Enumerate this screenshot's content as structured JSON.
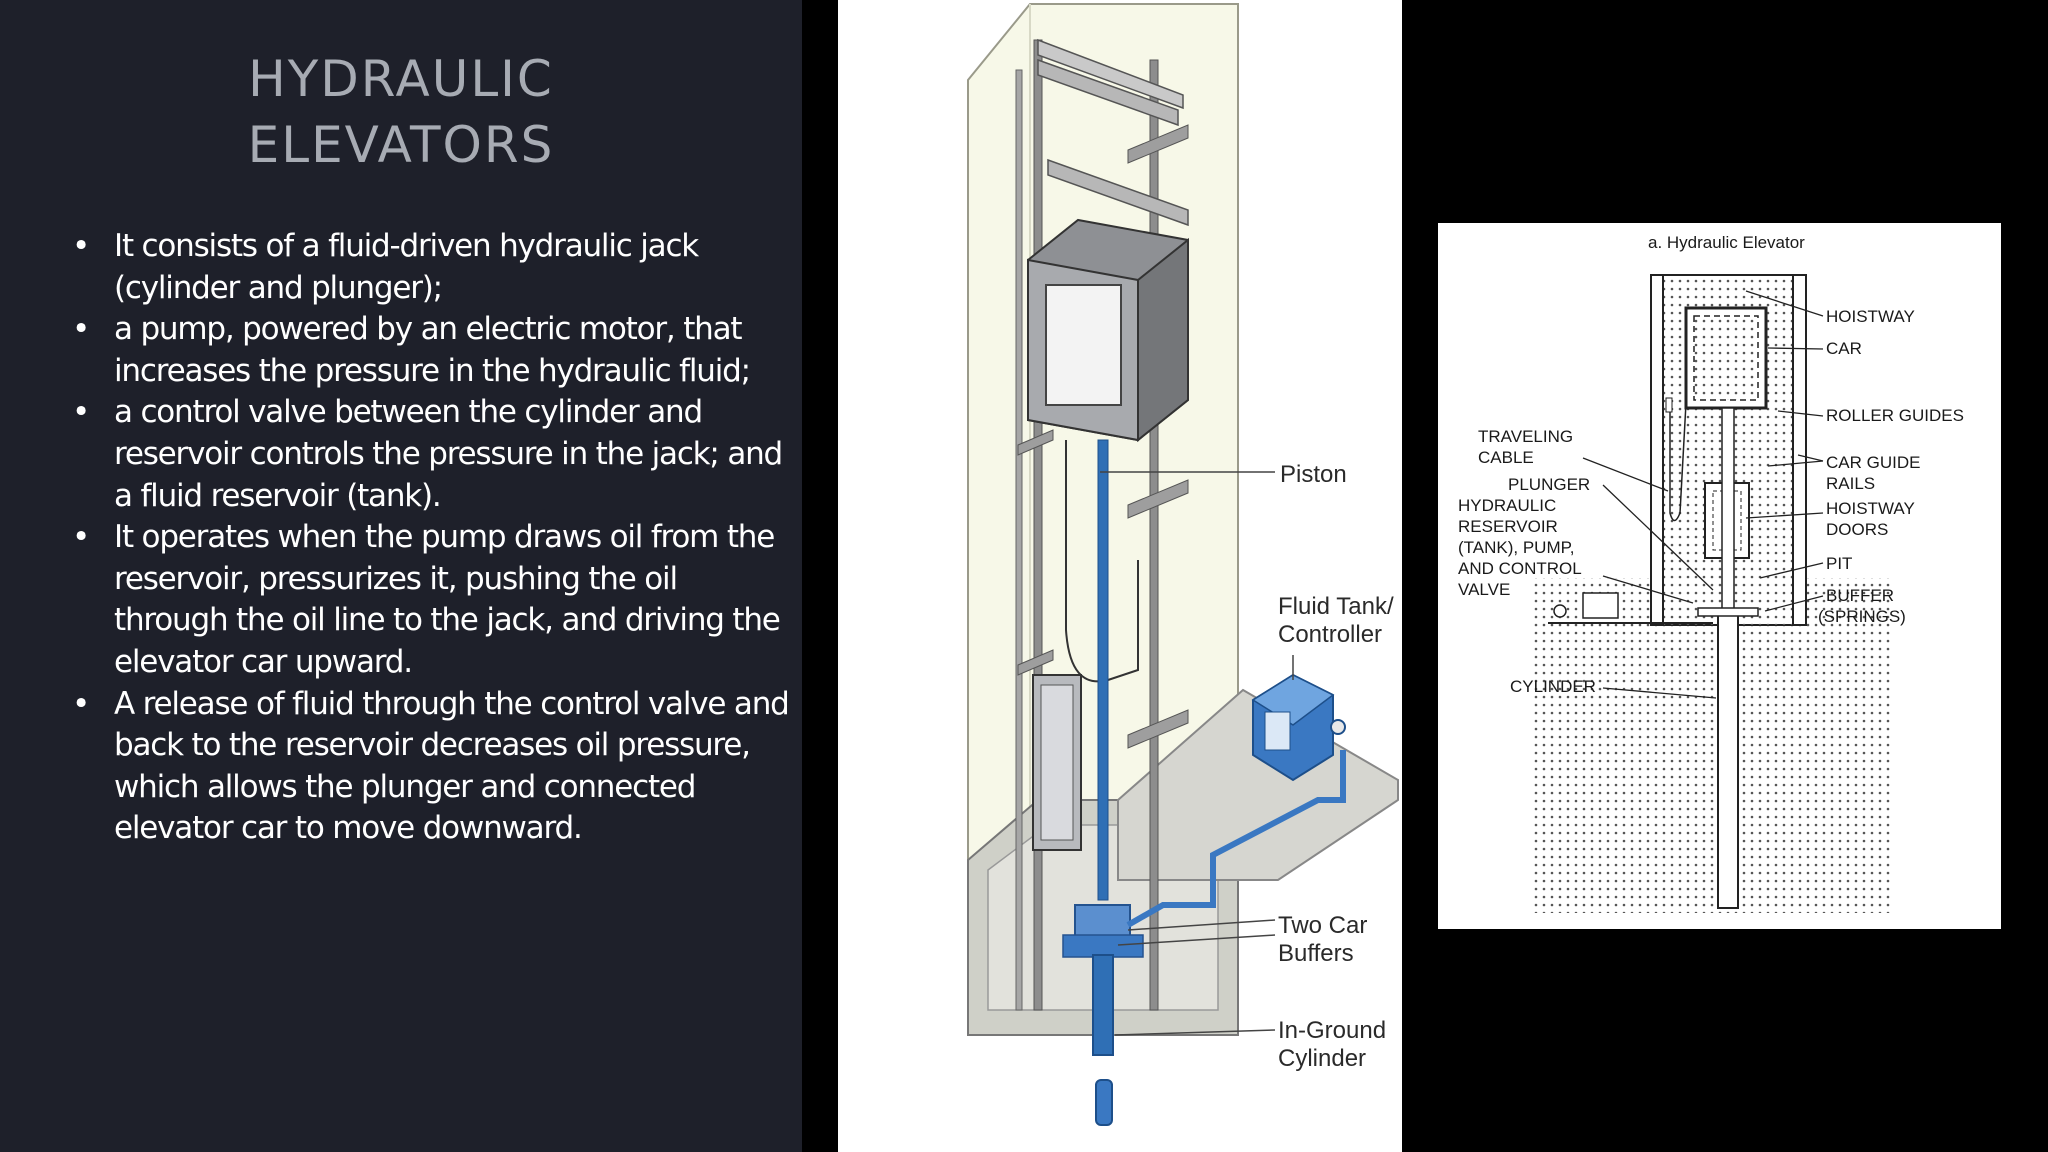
{
  "title": {
    "line1": "HYDRAULIC",
    "line2": "ELEVATORS"
  },
  "bullets": [
    "It consists of a fluid-driven hydraulic jack (cylinder and plunger);",
    "a pump, powered by an electric motor, that increases the pressure in the hydraulic fluid;",
    "a control valve between the cylinder and reservoir controls the pressure in the jack; and a fluid reservoir (tank).",
    "It operates when the pump draws oil from the reservoir, pressurizes it, pushing the oil through the oil line to the jack, and driving the elevator car upward.",
    "A release of fluid through the control valve and back to the reservoir decreases oil pressure, which allows the plunger and connected elevator car to move downward."
  ],
  "illustration": {
    "labels": {
      "piston": "Piston",
      "fluid_tank_1": "Fluid Tank/",
      "fluid_tank_2": "Controller",
      "buffers_1": "Two Car",
      "buffers_2": "Buffers",
      "cylinder_1": "In-Ground",
      "cylinder_2": "Cylinder"
    },
    "colors": {
      "piston": "#2f6fb5",
      "tank": "#3a78c2",
      "shaft": "#f7f8e8"
    }
  },
  "schematic": {
    "title": "a. Hydraulic Elevator",
    "labels": {
      "hoistway": "HOISTWAY",
      "car": "CAR",
      "roller_guides": "ROLLER GUIDES",
      "car_guide_rails_1": "CAR GUIDE",
      "car_guide_rails_2": "RAILS",
      "hoistway_doors_1": "HOISTWAY",
      "hoistway_doors_2": "DOORS",
      "pit": "PIT",
      "buffer_1": "BUFFER",
      "buffer_2": "(SPRINGS)",
      "traveling_cable_1": "TRAVELING",
      "traveling_cable_2": "CABLE",
      "plunger": "PLUNGER",
      "reservoir_1": "HYDRAULIC",
      "reservoir_2": "RESERVOIR",
      "reservoir_3": "(TANK), PUMP,",
      "reservoir_4": "AND CONTROL",
      "reservoir_5": "VALVE",
      "cylinder": "CYLINDER"
    }
  }
}
